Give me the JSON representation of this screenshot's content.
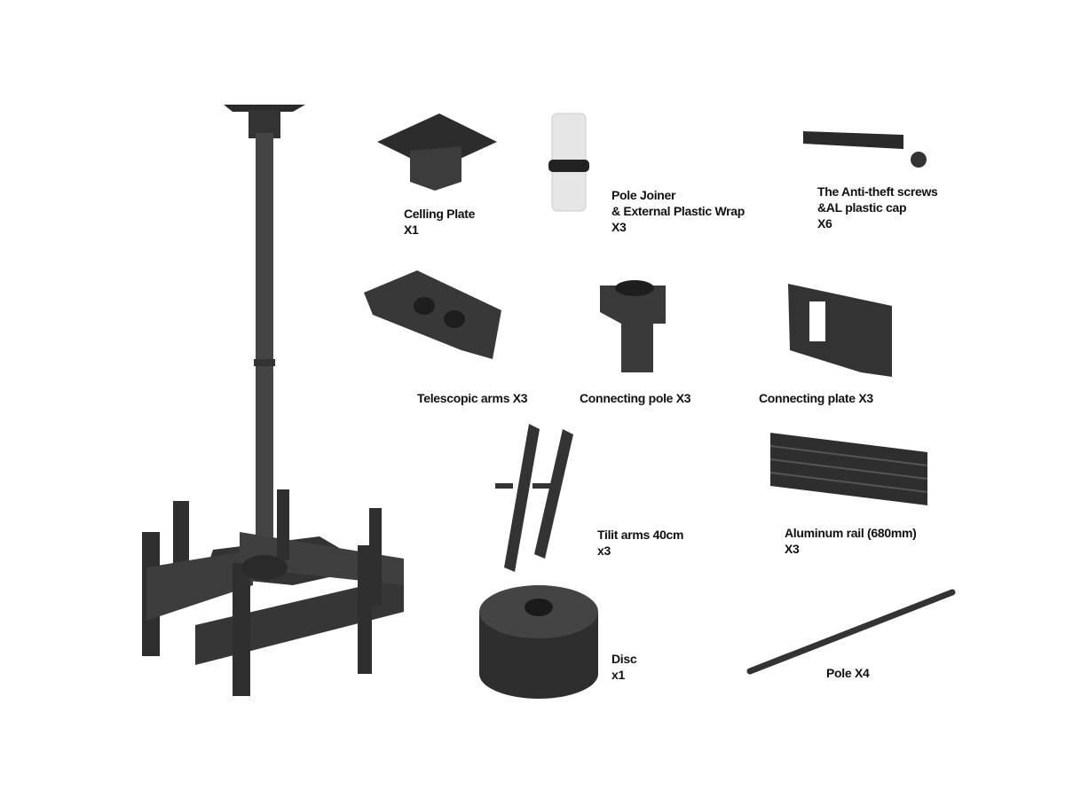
{
  "parts": [
    {
      "id": "ceiling-plate",
      "lines": [
        "Celling Plate",
        "X1"
      ]
    },
    {
      "id": "pole-joiner",
      "lines": [
        "Pole Joiner",
        "& External Plastic Wrap",
        "X3"
      ]
    },
    {
      "id": "anti-theft-screws",
      "lines": [
        "The Anti-theft screws",
        "&AL plastic cap",
        "X6"
      ]
    },
    {
      "id": "telescopic-arms",
      "lines": [
        "Telescopic arms X3"
      ]
    },
    {
      "id": "connecting-pole",
      "lines": [
        "Connecting pole X3"
      ]
    },
    {
      "id": "connecting-plate",
      "lines": [
        "Connecting plate X3"
      ]
    },
    {
      "id": "tilt-arms",
      "lines": [
        "Tilit arms 40cm",
        "x3"
      ]
    },
    {
      "id": "aluminum-rail",
      "lines": [
        "Aluminum rail (680mm)",
        "X3"
      ]
    },
    {
      "id": "disc",
      "lines": [
        "Disc",
        "x1"
      ]
    },
    {
      "id": "pole",
      "lines": [
        "Pole X4"
      ]
    }
  ],
  "colors": {
    "metal": "#3a3a3a",
    "metal_dark": "#262626",
    "metal_light": "#555555",
    "plastic": "#e6e6e6"
  }
}
